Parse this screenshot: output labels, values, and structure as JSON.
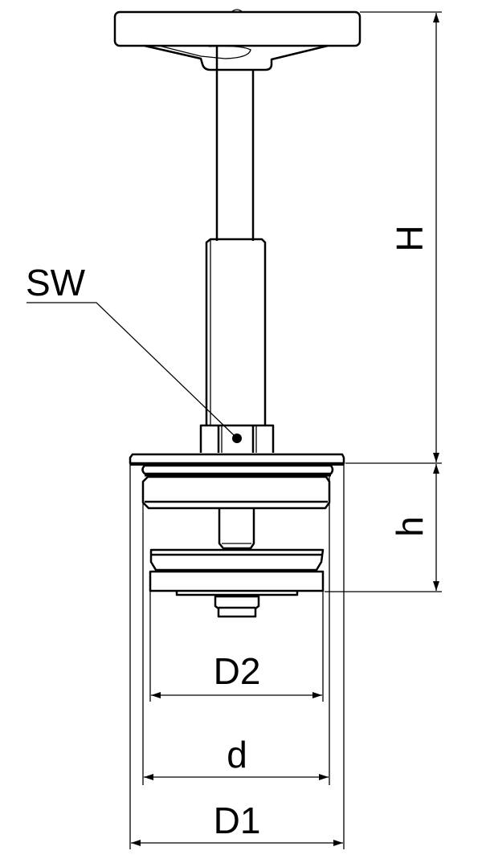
{
  "labels": {
    "sw": "SW",
    "H": "H",
    "h": "h",
    "D2": "D2",
    "d": "d",
    "D1": "D1"
  }
}
